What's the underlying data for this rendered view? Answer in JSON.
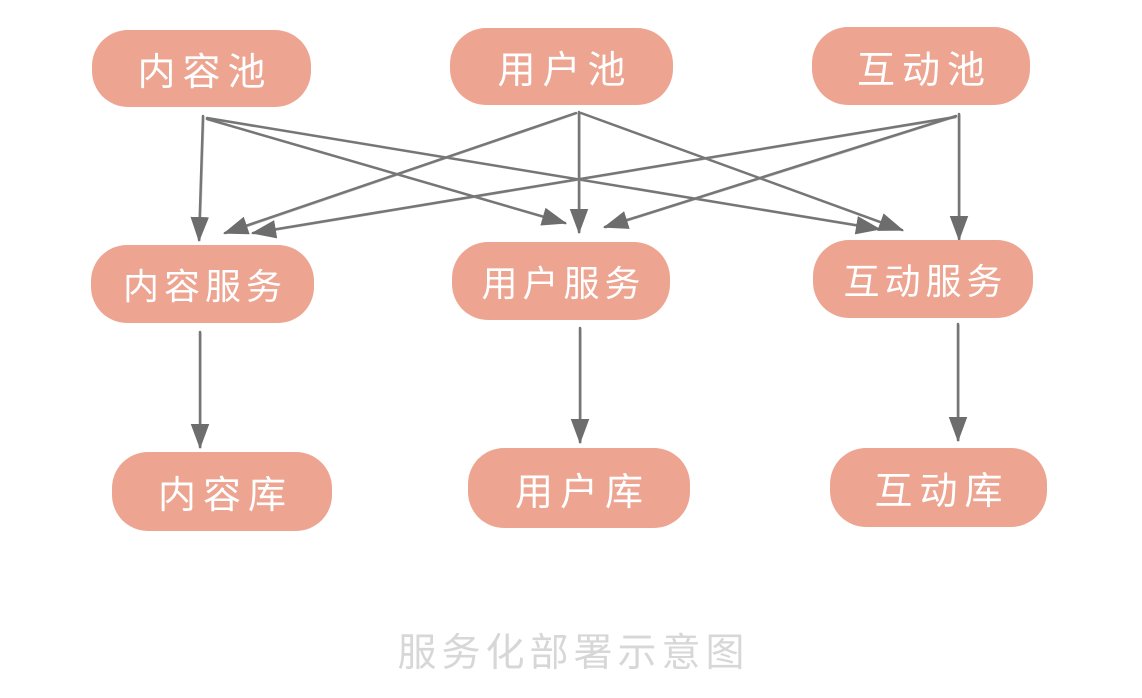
{
  "diagram": {
    "caption": "服务化部署示意图",
    "colors": {
      "node_fill": "#EDA592",
      "node_text": "#FFFFFF",
      "arrow": "#767676",
      "arrowhead": "#6D6D6D",
      "caption_text": "#D7D7D7",
      "background": "#FFFFFF"
    },
    "nodes": {
      "pools": [
        {
          "id": "content-pool",
          "label": "内容池"
        },
        {
          "id": "user-pool",
          "label": "用户池"
        },
        {
          "id": "interaction-pool",
          "label": "互动池"
        }
      ],
      "services": [
        {
          "id": "content-service",
          "label": "内容服务"
        },
        {
          "id": "user-service",
          "label": "用户服务"
        },
        {
          "id": "interaction-service",
          "label": "互动服务"
        }
      ],
      "stores": [
        {
          "id": "content-store",
          "label": "内容库"
        },
        {
          "id": "user-store",
          "label": "用户库"
        },
        {
          "id": "interaction-store",
          "label": "互动库"
        }
      ]
    },
    "edges": [
      {
        "from": "content-pool",
        "to": "content-service"
      },
      {
        "from": "content-pool",
        "to": "user-service"
      },
      {
        "from": "content-pool",
        "to": "interaction-service"
      },
      {
        "from": "user-pool",
        "to": "content-service"
      },
      {
        "from": "user-pool",
        "to": "user-service"
      },
      {
        "from": "user-pool",
        "to": "interaction-service"
      },
      {
        "from": "interaction-pool",
        "to": "content-service"
      },
      {
        "from": "interaction-pool",
        "to": "user-service"
      },
      {
        "from": "interaction-pool",
        "to": "interaction-service"
      },
      {
        "from": "content-service",
        "to": "content-store"
      },
      {
        "from": "user-service",
        "to": "user-store"
      },
      {
        "from": "interaction-service",
        "to": "interaction-store"
      }
    ]
  }
}
